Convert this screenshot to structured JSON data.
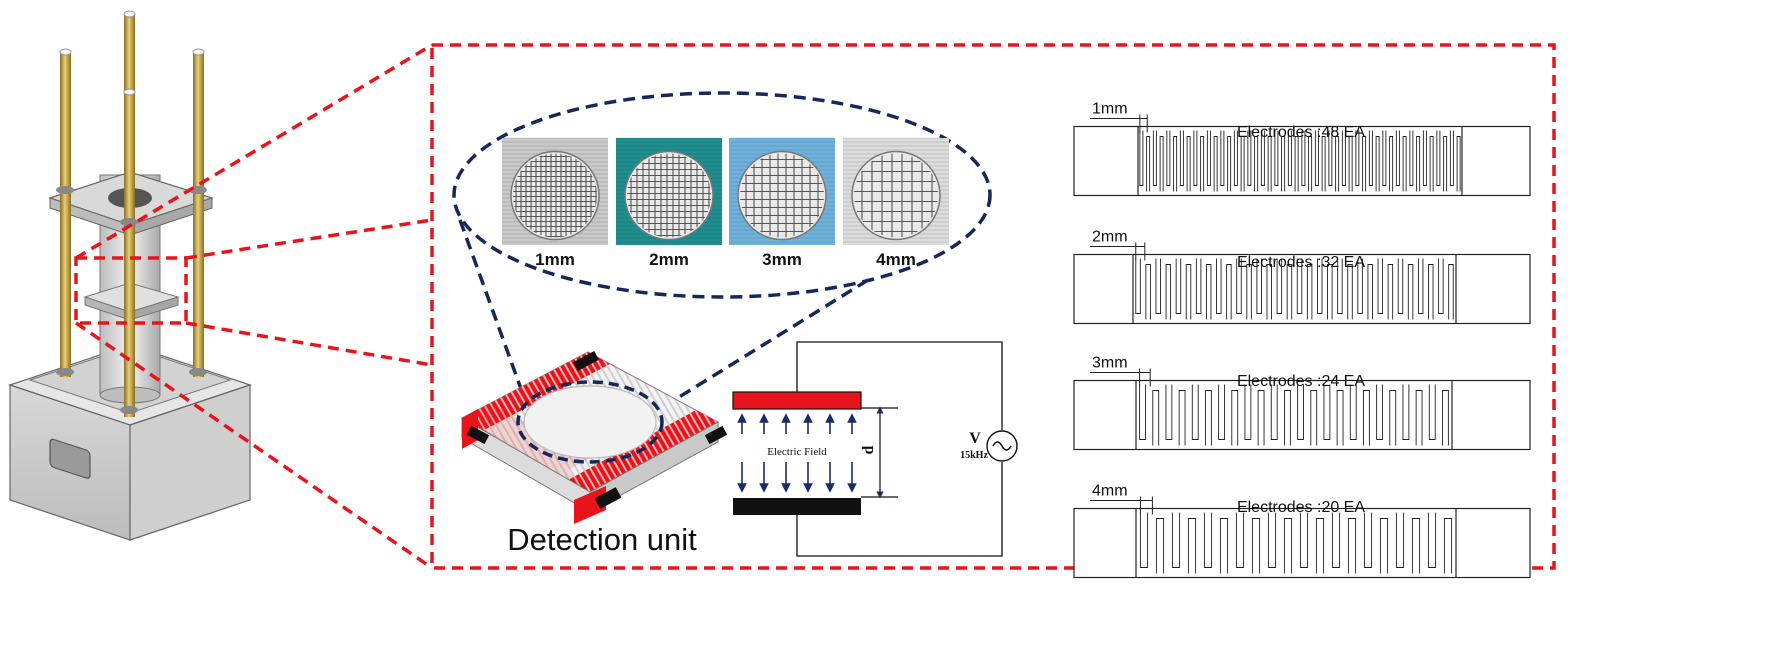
{
  "left_device": {
    "name": "3D model of detection apparatus"
  },
  "mesh_samples": [
    {
      "label": "1mm",
      "bg": "#c9c9c9"
    },
    {
      "label": "2mm",
      "bg": "#1f8f8f"
    },
    {
      "label": "3mm",
      "bg": "#6fb3dd"
    },
    {
      "label": "4mm",
      "bg": "#dcdcdc"
    }
  ],
  "detection_unit": {
    "caption": "Detection unit"
  },
  "circuit": {
    "field_label": "Electric Field",
    "gap_label": "d",
    "voltage_label": "V",
    "frequency_label": "15kHz",
    "source_symbol": "~"
  },
  "electrode_patterns": [
    {
      "spacing": "1mm",
      "electrodes": "Electrodes :48 EA",
      "count": 48
    },
    {
      "spacing": "2mm",
      "electrodes": "Electrodes :32 EA",
      "count": 32
    },
    {
      "spacing": "3mm",
      "electrodes": "Electrodes :24 EA",
      "count": 24
    },
    {
      "spacing": "4mm",
      "electrodes": "Electrodes :20 EA",
      "count": 20
    }
  ],
  "colors": {
    "callout_red": "#e8141b",
    "ellipse_navy": "#14285a",
    "plate_red": "#e8141b",
    "plate_black": "#111111",
    "arrow_navy": "#1a2c66",
    "rod_gold": "#c8a84a"
  }
}
